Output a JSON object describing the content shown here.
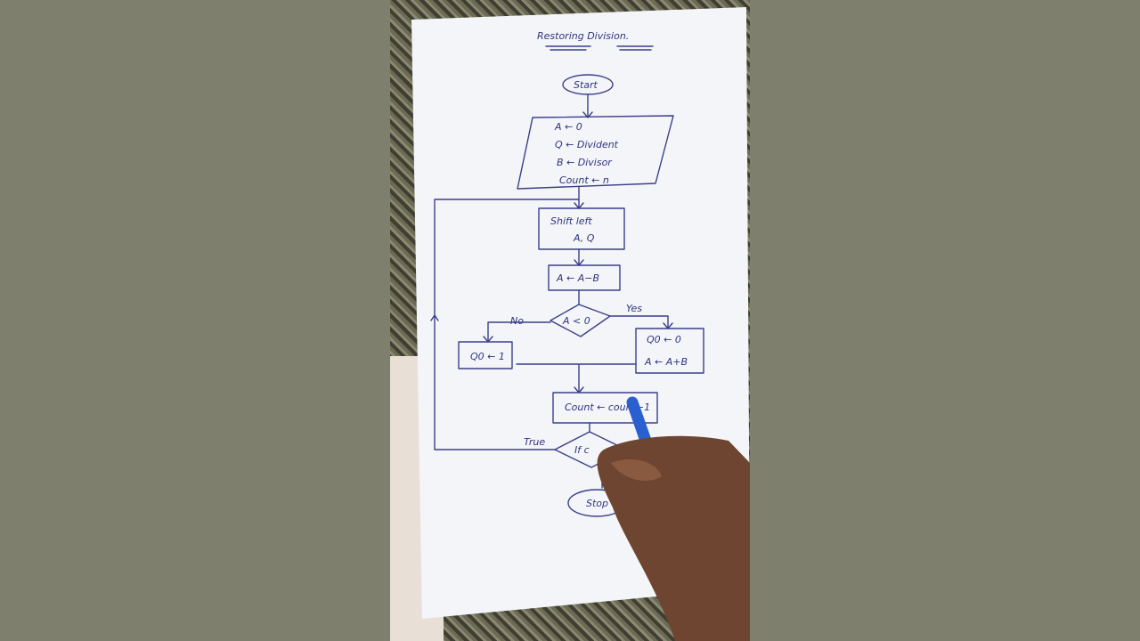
{
  "title": "Restoring Division.",
  "colors": {
    "ink": "#3a3f8a",
    "paper": "#f4f5f8",
    "background": "#7e7f6c"
  },
  "nodes": {
    "start": "Start",
    "init": [
      "A ← 0",
      "Q ← Divident",
      "B ← Divisor",
      "Count ← n"
    ],
    "shift": [
      "Shift left",
      "A, Q"
    ],
    "subtract": "A ← A−B",
    "decision": "A < 0",
    "no_label": "No",
    "yes_label": "Yes",
    "set_q1": "Q0 ← 1",
    "restore": [
      "Q0 ← 0",
      "A ← A+B"
    ],
    "decrement": "Count ← count−1",
    "loop_check": "If c",
    "true_label": "True",
    "stop": "Stop"
  }
}
